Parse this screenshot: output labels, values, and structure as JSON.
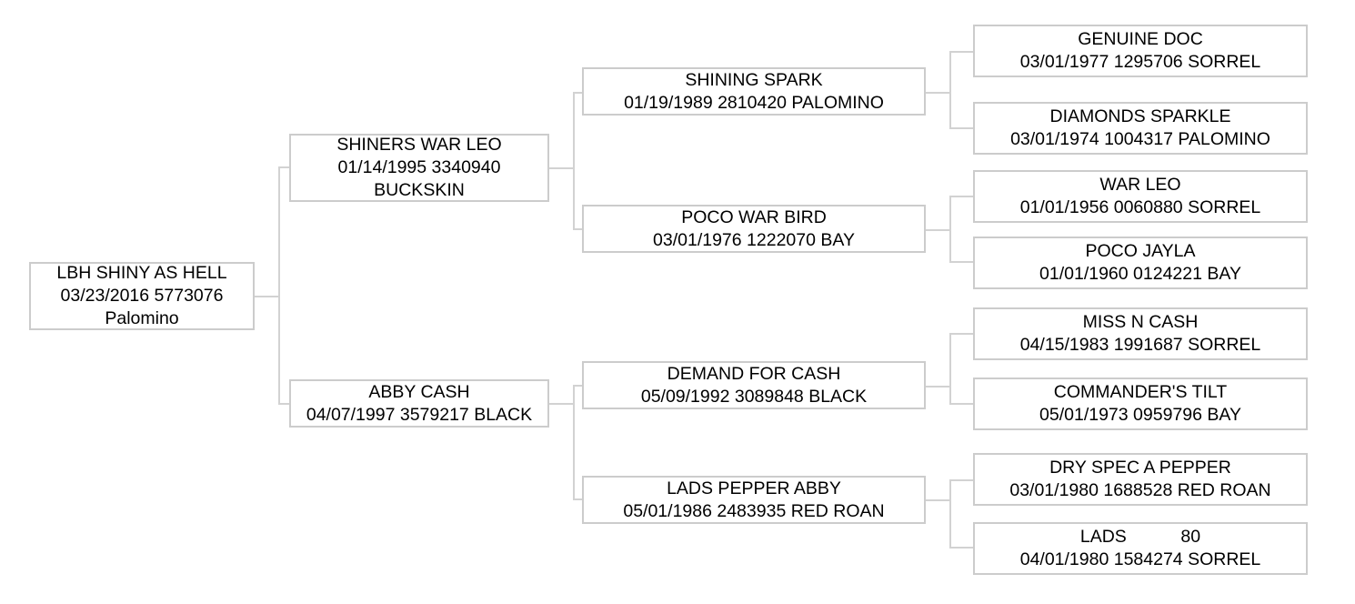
{
  "chart_type": "pedigree-tree",
  "colors": {
    "box_border": "#cccccc",
    "connector": "#d2d2d2",
    "text": "#000000",
    "background": "#ffffff"
  },
  "pedigree": {
    "subject": {
      "name": "LBH SHINY AS HELL",
      "line2": "03/23/2016 5773076",
      "line3": "Palomino",
      "birth_date": "03/23/2016",
      "registration": "5773076",
      "color": "Palomino"
    },
    "generation2": [
      {
        "role": "sire",
        "name": "SHINERS WAR LEO",
        "line2": "01/14/1995 3340940",
        "line3": "BUCKSKIN",
        "birth_date": "01/14/1995",
        "registration": "3340940",
        "color": "BUCKSKIN"
      },
      {
        "role": "dam",
        "name": "ABBY CASH",
        "line2": "04/07/1997 3579217 BLACK",
        "birth_date": "04/07/1997",
        "registration": "3579217",
        "color": "BLACK"
      }
    ],
    "generation3": [
      {
        "role": "sire-sire",
        "name": "SHINING SPARK",
        "line2": "01/19/1989 2810420 PALOMINO",
        "birth_date": "01/19/1989",
        "registration": "2810420",
        "color": "PALOMINO"
      },
      {
        "role": "sire-dam",
        "name": "POCO WAR BIRD",
        "line2": "03/01/1976 1222070 BAY",
        "birth_date": "03/01/1976",
        "registration": "1222070",
        "color": "BAY"
      },
      {
        "role": "dam-sire",
        "name": "DEMAND FOR CASH",
        "line2": "05/09/1992 3089848 BLACK",
        "birth_date": "05/09/1992",
        "registration": "3089848",
        "color": "BLACK"
      },
      {
        "role": "dam-dam",
        "name": "LADS PEPPER ABBY",
        "line2": "05/01/1986 2483935 RED ROAN",
        "birth_date": "05/01/1986",
        "registration": "2483935",
        "color": "RED ROAN"
      }
    ],
    "generation4": [
      {
        "role": "sire-sire-sire",
        "name": "GENUINE DOC",
        "line2": "03/01/1977 1295706 SORREL",
        "birth_date": "03/01/1977",
        "registration": "1295706",
        "color": "SORREL"
      },
      {
        "role": "sire-sire-dam",
        "name": "DIAMONDS SPARKLE",
        "line2": "03/01/1974 1004317 PALOMINO",
        "birth_date": "03/01/1974",
        "registration": "1004317",
        "color": "PALOMINO"
      },
      {
        "role": "sire-dam-sire",
        "name": "WAR LEO",
        "line2": "01/01/1956 0060880 SORREL",
        "birth_date": "01/01/1956",
        "registration": "0060880",
        "color": "SORREL"
      },
      {
        "role": "sire-dam-dam",
        "name": "POCO JAYLA",
        "line2": "01/01/1960 0124221 BAY",
        "birth_date": "01/01/1960",
        "registration": "0124221",
        "color": "BAY"
      },
      {
        "role": "dam-sire-sire",
        "name": "MISS N CASH",
        "line2": "04/15/1983 1991687 SORREL",
        "birth_date": "04/15/1983",
        "registration": "1991687",
        "color": "SORREL"
      },
      {
        "role": "dam-sire-dam",
        "name": "COMMANDER'S TILT",
        "line2": "05/01/1973 0959796 BAY",
        "birth_date": "05/01/1973",
        "registration": "0959796",
        "color": "BAY"
      },
      {
        "role": "dam-dam-sire",
        "name": "DRY SPEC A PEPPER",
        "line2": "03/01/1980 1688528 RED ROAN",
        "birth_date": "03/01/1980",
        "registration": "1688528",
        "color": "RED ROAN"
      },
      {
        "role": "dam-dam-dam",
        "name": "LADS           80",
        "line2": "04/01/1980 1584274 SORREL",
        "birth_date": "04/01/1980",
        "registration": "1584274",
        "color": "SORREL"
      }
    ]
  }
}
